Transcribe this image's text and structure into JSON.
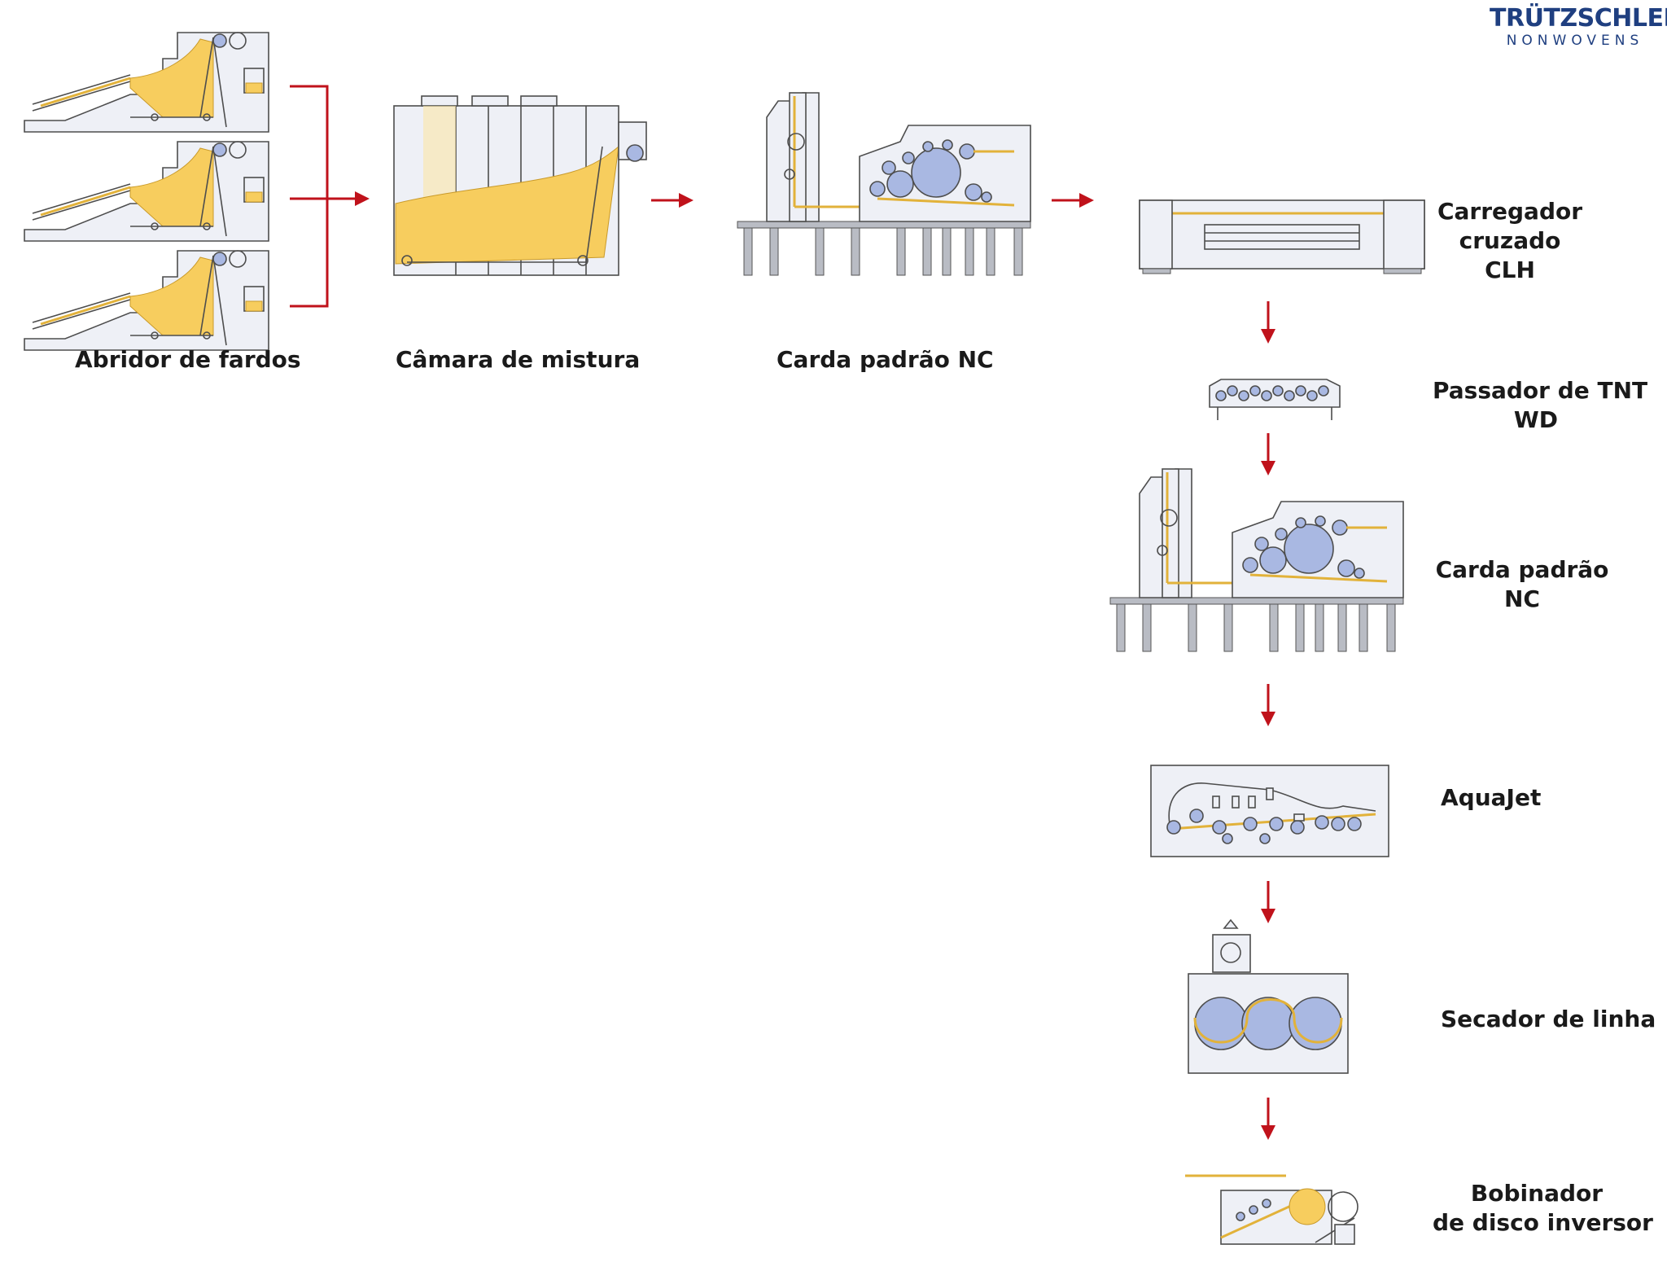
{
  "logo": {
    "brand": "TRÜTZSCHLER",
    "division": "NONWOVENS"
  },
  "colors": {
    "flow_arrow": "#c0121b",
    "fiber": "#f7cd5e",
    "roller": "#a9b8e2",
    "machine_body": "#eef0f6",
    "logo": "#1f3f80"
  },
  "stages": {
    "bale_opener": {
      "label": "Abridor de fardos"
    },
    "mixing_chamber": {
      "label": "Câmara de mistura"
    },
    "card_1": {
      "label": "Carda padrão NC"
    },
    "cross_lapper": {
      "line1": "Carregador",
      "line2": "cruzado",
      "line3": "CLH"
    },
    "web_drafter": {
      "line1": "Passador de TNT",
      "line2": "WD"
    },
    "card_2": {
      "line1": "Carda padrão",
      "line2": "NC"
    },
    "aquajet": {
      "label": "AquaJet"
    },
    "dryer": {
      "label": "Secador de linha"
    },
    "winder": {
      "line1": "Bobinador",
      "line2": "de disco inversor"
    }
  }
}
